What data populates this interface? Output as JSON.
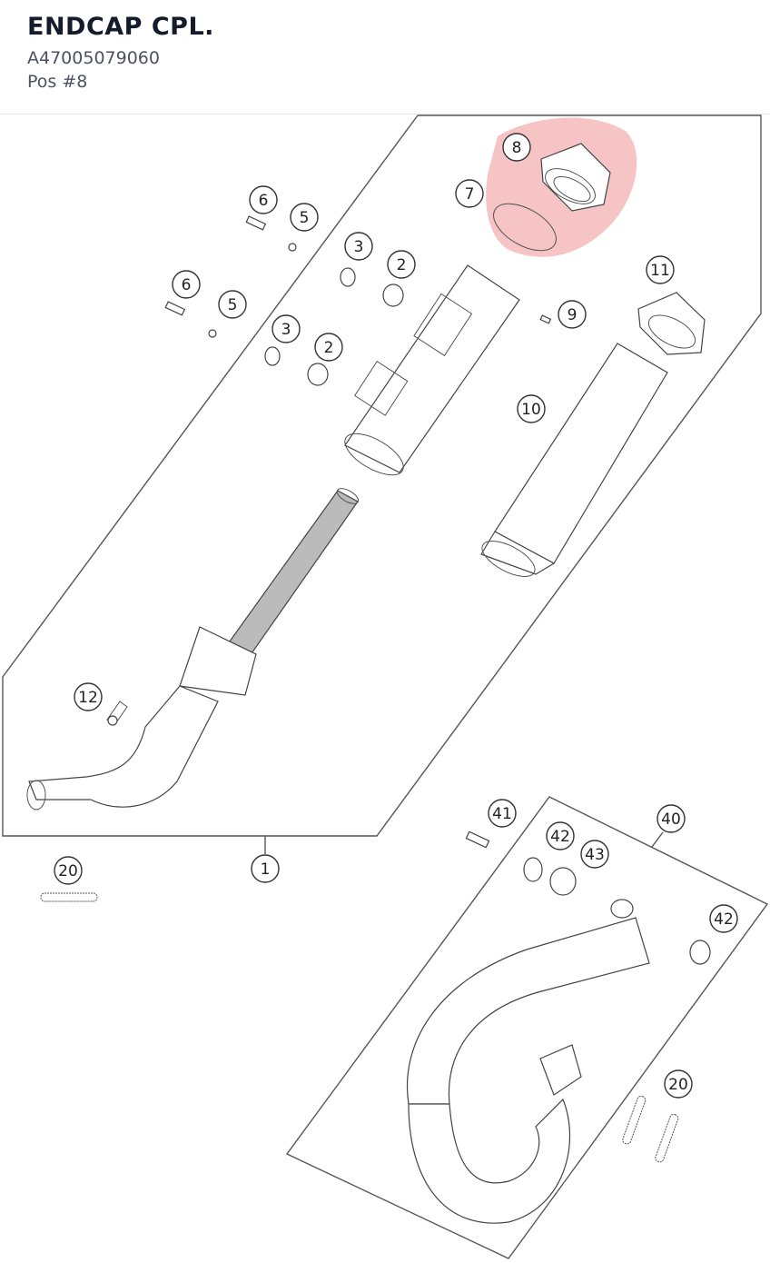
{
  "header": {
    "title": "ENDCAP CPL.",
    "part_number": "A47005079060",
    "position": "Pos #8"
  },
  "diagram": {
    "highlight_color": "#e8575a",
    "selected_callout": "8",
    "callouts": [
      "1",
      "2",
      "2",
      "3",
      "3",
      "5",
      "5",
      "6",
      "6",
      "7",
      "8",
      "9",
      "10",
      "11",
      "12",
      "20",
      "20",
      "40",
      "41",
      "42",
      "42",
      "43"
    ]
  }
}
